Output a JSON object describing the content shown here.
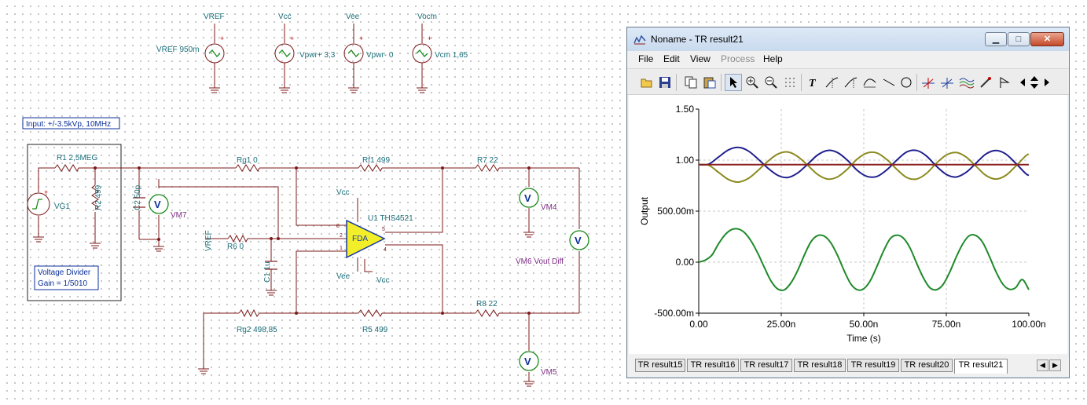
{
  "schematic": {
    "sources": {
      "vref_net": "VREF",
      "vref_label": "VREF 950m",
      "vcc_net": "Vcc",
      "vpwr_plus_label": "Vpwr+ 3,3",
      "vee_net": "Vee",
      "vpwr_minus_label": "Vpwr- 0",
      "vocm_net": "Vocm",
      "vcm_label": "Vcm 1,65"
    },
    "input_note": "Input: +/-3.5kVp, 10MHz",
    "divider_note_line1": "Voltage Divider",
    "divider_note_line2": "Gain = 1/5010",
    "components": {
      "r1": "R1 2,5MEG",
      "r2": "R2 499",
      "vg1": "VG1",
      "c2": "C2 50p",
      "vm7": "VM7",
      "rg1": "Rg1 0",
      "rf1": "Rf1 499",
      "r7": "R7 22",
      "vm4": "VM4",
      "vref_net": "VREF",
      "r6": "R6 0",
      "c1": "C1 1u",
      "u1": "U1 THS4521",
      "fda": "FDA",
      "vcc_top": "Vcc",
      "vee_bottom": "Vee",
      "vcc_bottom": "Vcc",
      "vm6": "VM6 Vout Diff",
      "rg2": "Rg2 498,85",
      "r5": "R5 499",
      "r8": "R8 22",
      "vm5": "VM5",
      "pin8": "8",
      "pin2": "2",
      "pin1": "1",
      "pin5": "5",
      "pin4": "4"
    },
    "meter_symbol": "V"
  },
  "window": {
    "title": "Noname - TR result21",
    "caption_min": "▁",
    "caption_max": "□",
    "caption_close": "✕",
    "menu": [
      "File",
      "Edit",
      "View",
      "Process",
      "Help"
    ],
    "toolbar_icons": [
      "open-icon",
      "save-icon",
      "copy-icon",
      "paste-icon",
      "pointer-icon",
      "zoom-in-icon",
      "zoom-out-icon",
      "grid-icon",
      "text-icon",
      "cursor-a-icon",
      "cursor-b-icon",
      "curve-icon",
      "line-icon",
      "circle-icon",
      "marker-a-icon",
      "marker-b-icon",
      "waves-icon",
      "probe-icon",
      "flag-icon",
      "scroll-left-icon",
      "scroll-updown-icon",
      "scroll-right-icon"
    ],
    "tabs": [
      "TR result15",
      "TR result16",
      "TR result17",
      "TR result18",
      "TR result19",
      "TR result20",
      "TR result21"
    ],
    "active_tab": "TR result21",
    "tab_scroll_left": "◀",
    "tab_scroll_right": "▶"
  },
  "chart_data": {
    "type": "line",
    "title": "",
    "xlabel": "Time (s)",
    "ylabel": "Output",
    "xlim": [
      0,
      100
    ],
    "ylim": [
      -500,
      1500
    ],
    "x_unit_suffix": "n",
    "x_ticks": [
      "0.00",
      "25.00n",
      "50.00n",
      "75.00n",
      "100.00n"
    ],
    "y_ticks": [
      "-500.00m",
      "0.00",
      "500.00m",
      "1.00",
      "1.50"
    ],
    "grid": true,
    "series": [
      {
        "color": "#1f1f8f",
        "x": [
          0,
          3,
          6,
          9,
          12,
          15,
          18,
          21,
          24,
          27,
          30,
          33,
          36,
          39,
          42,
          45,
          48,
          51,
          54,
          57,
          60,
          63,
          66,
          69,
          72,
          75,
          78,
          81,
          84,
          87,
          90,
          93,
          96,
          99,
          100
        ],
        "values": [
          955,
          960,
          1030,
          1100,
          1125,
          1090,
          1010,
          920,
          850,
          830,
          875,
          960,
          1050,
          1095,
          1075,
          1000,
          900,
          840,
          840,
          905,
          1000,
          1080,
          1095,
          1040,
          940,
          860,
          835,
          880,
          970,
          1060,
          1095,
          1060,
          970,
          870,
          850
        ]
      },
      {
        "color": "#8c8a1f",
        "x": [
          0,
          3,
          6,
          9,
          12,
          15,
          18,
          21,
          24,
          27,
          30,
          33,
          36,
          39,
          42,
          45,
          48,
          51,
          54,
          57,
          60,
          63,
          66,
          69,
          72,
          75,
          78,
          81,
          84,
          87,
          90,
          93,
          96,
          99,
          100
        ],
        "values": [
          955,
          950,
          880,
          810,
          785,
          820,
          900,
          990,
          1060,
          1080,
          1035,
          950,
          860,
          815,
          835,
          910,
          1010,
          1070,
          1070,
          1005,
          910,
          830,
          815,
          870,
          970,
          1050,
          1075,
          1030,
          940,
          850,
          815,
          850,
          940,
          1040,
          1060
        ]
      },
      {
        "color": "#8a1f1f",
        "x": [
          0,
          100
        ],
        "values": [
          955,
          955
        ]
      },
      {
        "color": "#1f8a2a",
        "x": [
          0,
          2,
          4,
          6,
          8,
          10,
          12,
          14,
          16,
          18,
          20,
          22,
          24,
          26,
          28,
          30,
          32,
          34,
          36,
          38,
          40,
          42,
          44,
          46,
          48,
          50,
          52,
          54,
          56,
          58,
          60,
          62,
          64,
          66,
          68,
          70,
          72,
          74,
          76,
          78,
          80,
          82,
          84,
          86,
          88,
          90,
          92,
          94,
          96,
          98,
          100
        ],
        "values": [
          0,
          20,
          70,
          180,
          270,
          320,
          325,
          285,
          200,
          80,
          -60,
          -190,
          -265,
          -270,
          -200,
          -80,
          70,
          200,
          260,
          255,
          190,
          70,
          -80,
          -210,
          -270,
          -260,
          -180,
          -40,
          110,
          230,
          265,
          235,
          140,
          -10,
          -150,
          -250,
          -270,
          -220,
          -100,
          50,
          180,
          260,
          260,
          195,
          60,
          -90,
          -210,
          -265,
          -250,
          -170,
          -270
        ]
      }
    ]
  }
}
